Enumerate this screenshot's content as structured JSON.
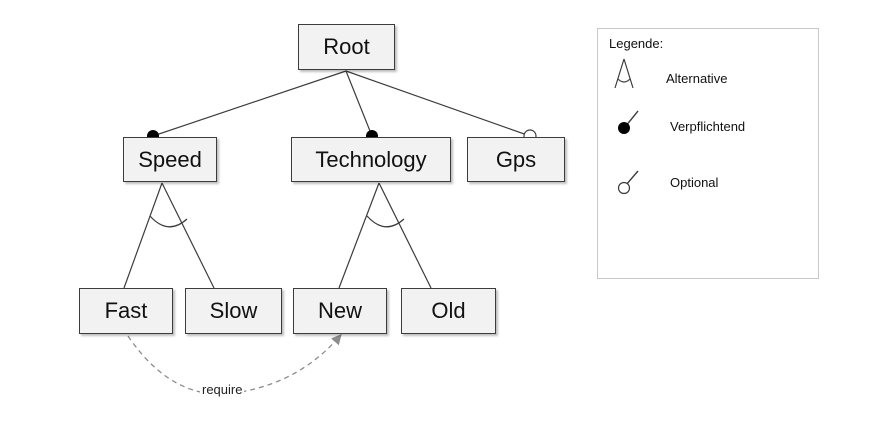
{
  "diagram": {
    "nodes": {
      "root": "Root",
      "speed": "Speed",
      "technology": "Technology",
      "gps": "Gps",
      "fast": "Fast",
      "slow": "Slow",
      "new": "New",
      "old": "Old"
    },
    "relations": [
      {
        "from": "Root",
        "to": "Speed",
        "kind": "mandatory"
      },
      {
        "from": "Root",
        "to": "Technology",
        "kind": "mandatory"
      },
      {
        "from": "Root",
        "to": "Gps",
        "kind": "optional"
      },
      {
        "from": "Speed",
        "to": [
          "Fast",
          "Slow"
        ],
        "kind": "alternative"
      },
      {
        "from": "Technology",
        "to": [
          "New",
          "Old"
        ],
        "kind": "alternative"
      },
      {
        "from": "Fast",
        "to": "New",
        "kind": "require"
      }
    ],
    "constraint_label": "require"
  },
  "legend": {
    "title": "Legende:",
    "items": [
      {
        "icon": "alternative-icon",
        "label": "Alternative"
      },
      {
        "icon": "mandatory-icon",
        "label": "Verpflichtend"
      },
      {
        "icon": "optional-icon",
        "label": "Optional"
      }
    ]
  },
  "colors": {
    "line": "#3c3c3c",
    "node_fill": "#f2f2f2",
    "dashed": "#8c8c8c"
  }
}
